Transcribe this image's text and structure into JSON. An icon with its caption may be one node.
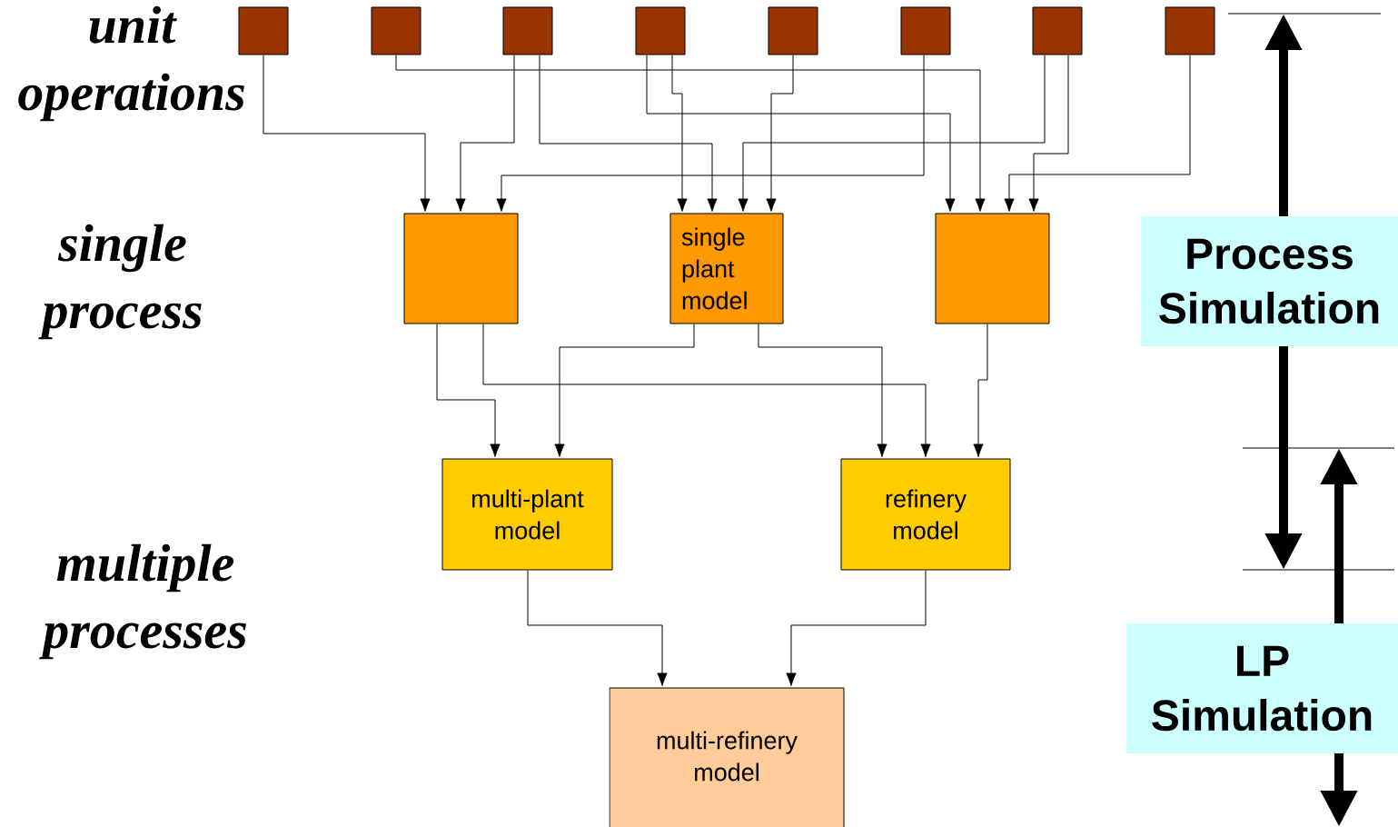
{
  "diagram": {
    "nodes": [
      {
        "text": [],
        "shape": "box"
      },
      {
        "text": [],
        "shape": "box"
      },
      {
        "text": [],
        "shape": "box"
      },
      {
        "text": [],
        "shape": "box"
      },
      {
        "text": [],
        "shape": "box"
      },
      {
        "text": [],
        "shape": "box"
      },
      {
        "text": [],
        "shape": "box"
      },
      {
        "text": [],
        "shape": "box"
      },
      {
        "text": [],
        "shape": "box"
      },
      {
        "text": [
          "single plant model"
        ]
      },
      {
        "text": [],
        "shape": "box"
      },
      {
        "text": [
          "multi-plant model"
        ]
      },
      {
        "text": [
          "refinery model"
        ]
      },
      {
        "text": [
          "multi-refinery model"
        ]
      },
      {
        "text": [
          "Process Simulation"
        ]
      },
      {
        "text": [
          "LP Simulation"
        ]
      }
    ],
    "edges": [
      {
        "from": 0,
        "to": 8,
        "arrow": "to"
      },
      {
        "from": 1,
        "to": 10,
        "arrow": "to"
      },
      {
        "from": 2,
        "to": 8,
        "arrow": "to"
      },
      {
        "from": 2,
        "to": 9,
        "arrow": "to"
      },
      {
        "from": 3,
        "to": 10,
        "arrow": "to"
      },
      {
        "from": 3,
        "to": 9,
        "arrow": "to"
      },
      {
        "from": 4,
        "to": 9,
        "arrow": "to"
      },
      {
        "from": 5,
        "to": 8,
        "arrow": "to"
      },
      {
        "from": 6,
        "to": 9,
        "arrow": "to"
      },
      {
        "from": 6,
        "to": 10,
        "arrow": "to"
      },
      {
        "from": 7,
        "to": 10,
        "arrow": "to"
      },
      {
        "from": 8,
        "to": 11,
        "arrow": "to"
      },
      {
        "from": 8,
        "to": 12,
        "arrow": "to"
      },
      {
        "from": 9,
        "to": 11,
        "arrow": "to"
      },
      {
        "from": 9,
        "to": 12,
        "arrow": "to"
      },
      {
        "from": 10,
        "to": 12,
        "arrow": "to"
      },
      {
        "from": 11,
        "to": 13,
        "arrow": "to"
      },
      {
        "from": 12,
        "to": 13,
        "arrow": "to"
      }
    ],
    "labels": [
      "unit operations",
      "single process",
      "multiple processes"
    ]
  }
}
